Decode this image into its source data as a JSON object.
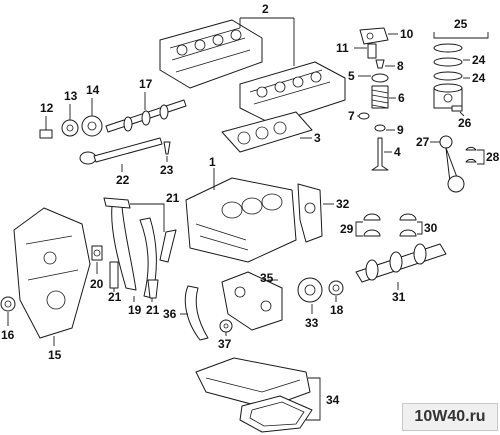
{
  "callouts": {
    "c1": "1",
    "c2": "2",
    "c3": "3",
    "c4": "4",
    "c5": "5",
    "c6": "6",
    "c7": "7",
    "c8": "8",
    "c9": "9",
    "c10": "10",
    "c11": "11",
    "c12": "12",
    "c13": "13",
    "c14": "14",
    "c15": "15",
    "c16": "16",
    "c17": "17",
    "c18": "18",
    "c19": "19",
    "c20": "20",
    "c21a": "21",
    "c21b": "21",
    "c21c": "21",
    "c22": "22",
    "c23": "23",
    "c24a": "24",
    "c24b": "24",
    "c25": "25",
    "c26": "26",
    "c27": "27",
    "c28": "28",
    "c29": "29",
    "c30": "30",
    "c31": "31",
    "c32": "32",
    "c33": "33",
    "c34": "34",
    "c35": "35",
    "c36": "36",
    "c37": "37"
  },
  "watermark": "10W40.ru"
}
